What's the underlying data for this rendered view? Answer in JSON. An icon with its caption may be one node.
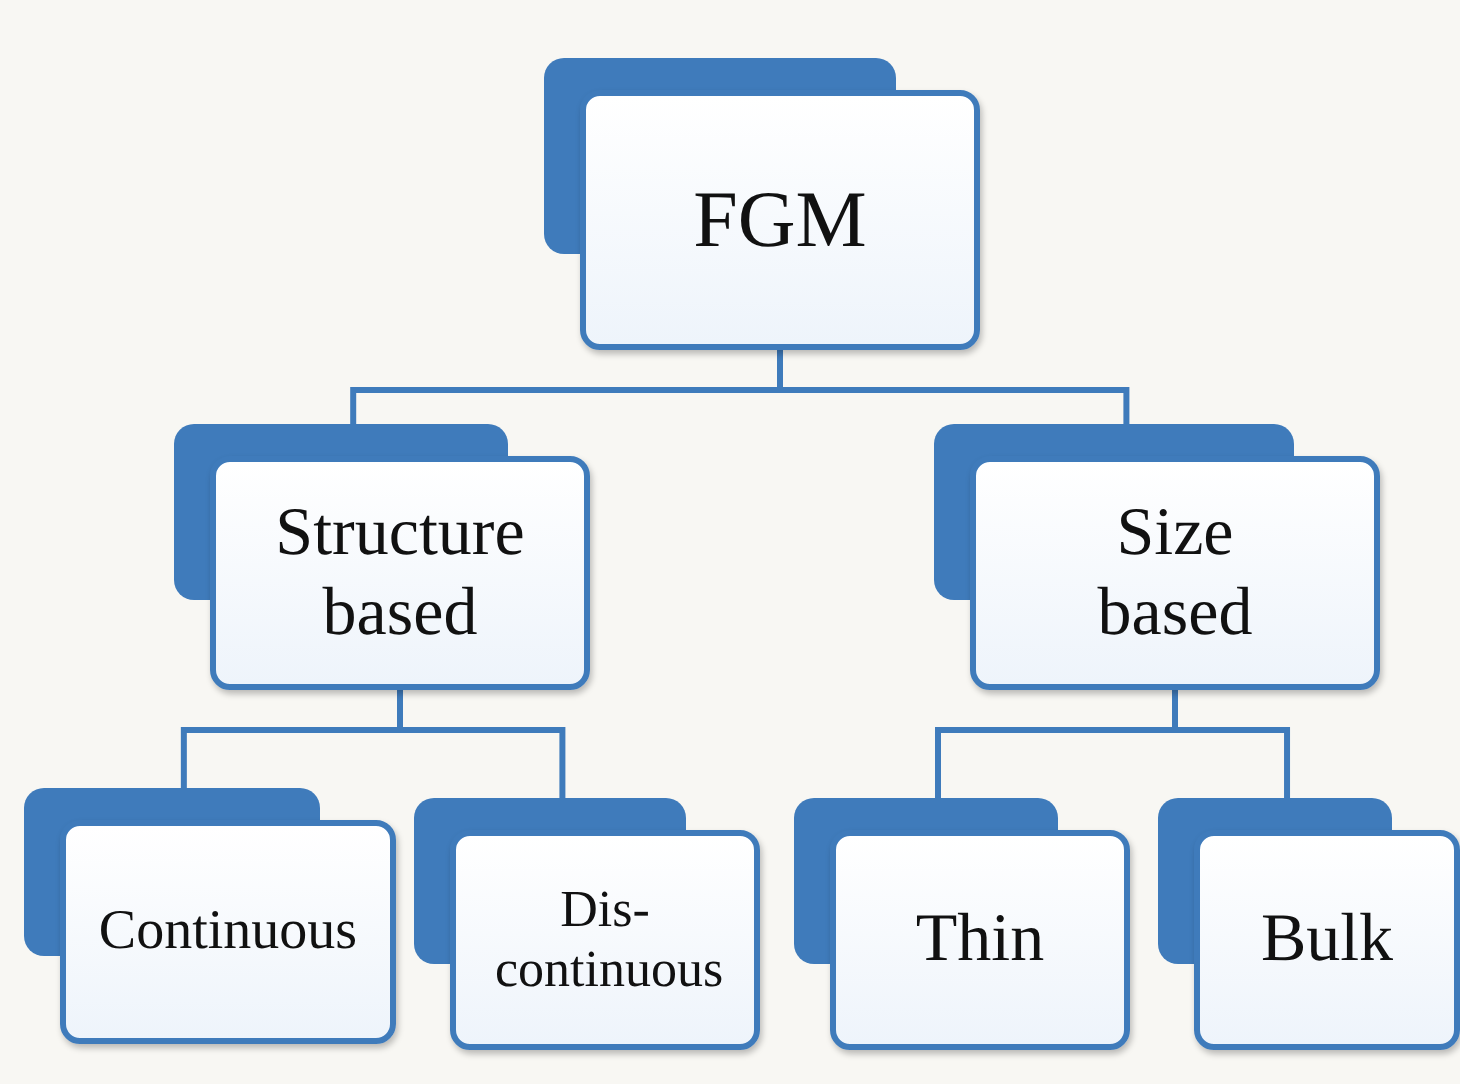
{
  "diagram": {
    "nodes": [
      {
        "text": [
          "FGM"
        ]
      },
      {
        "text": [
          "Structure based"
        ]
      },
      {
        "text": [
          "Size based"
        ]
      },
      {
        "text": [
          "Continuous"
        ]
      },
      {
        "text": [
          "Dis- continuous"
        ]
      },
      {
        "text": [
          "Thin"
        ]
      },
      {
        "text": [
          "Bulk"
        ]
      }
    ],
    "edges": [
      {
        "from": 0,
        "to": 1,
        "arrow": "none"
      },
      {
        "from": 0,
        "to": 2,
        "arrow": "none"
      },
      {
        "from": 1,
        "to": 3,
        "arrow": "none"
      },
      {
        "from": 1,
        "to": 4,
        "arrow": "none"
      },
      {
        "from": 2,
        "to": 5,
        "arrow": "none"
      },
      {
        "from": 2,
        "to": 6,
        "arrow": "none"
      }
    ]
  }
}
